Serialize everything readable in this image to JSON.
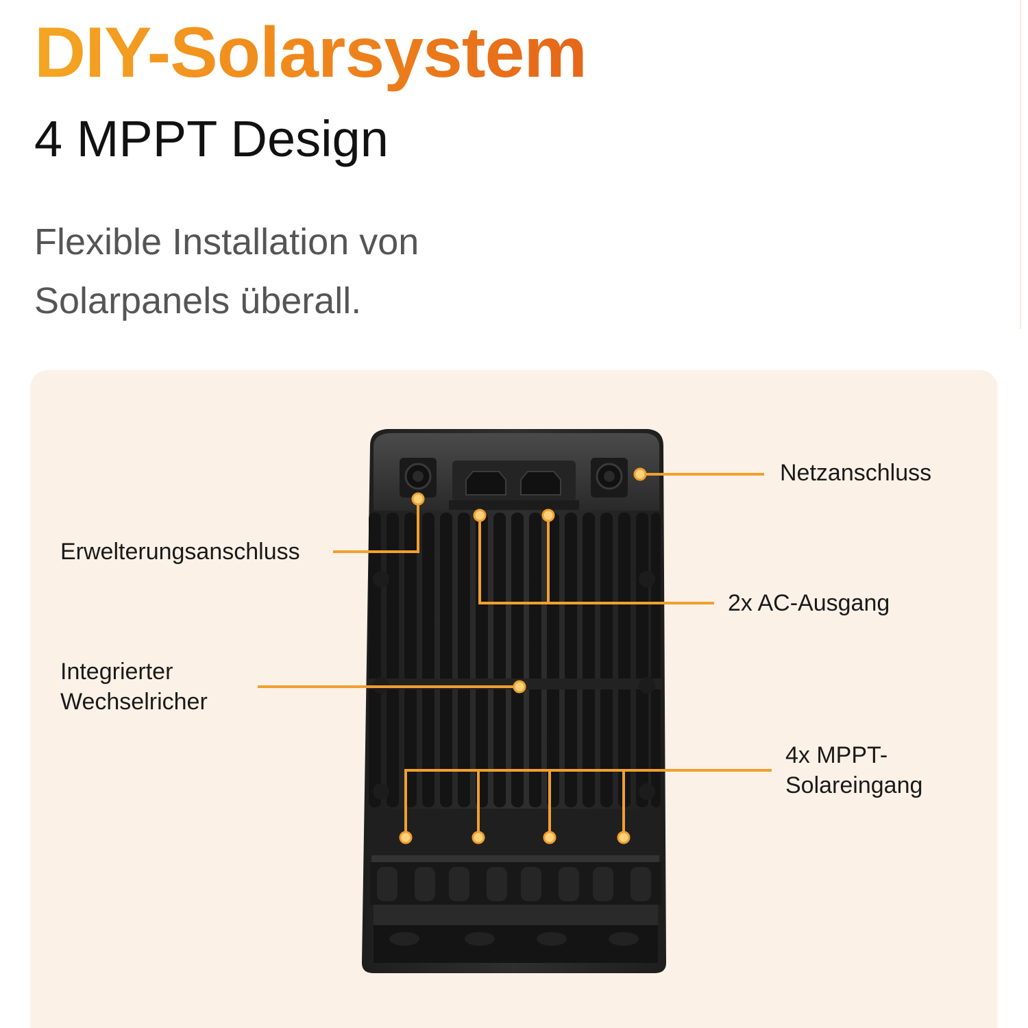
{
  "headline": "DIY-Solarsystem",
  "subheadline": "4 MPPT Design",
  "description": {
    "line1": "Flexible Installation von",
    "line2": "Solarpanels überall."
  },
  "callouts": {
    "grid_connection": "Netzanschluss",
    "expansion_port": "Erwelterungsanschluss",
    "ac_output": "2x AC-Ausgang",
    "inverter_line1": "Integrierter",
    "inverter_line2": "Wechselricher",
    "mppt_line1": "4x MPPT-",
    "mppt_line2": "Solareingang"
  },
  "colors": {
    "headline_gradient_start": "#f4a623",
    "headline_gradient_end": "#e5661a",
    "callout_line": "#f0a030",
    "panel_background": "#fbf1e7",
    "device_body": "#2b2b2b"
  }
}
